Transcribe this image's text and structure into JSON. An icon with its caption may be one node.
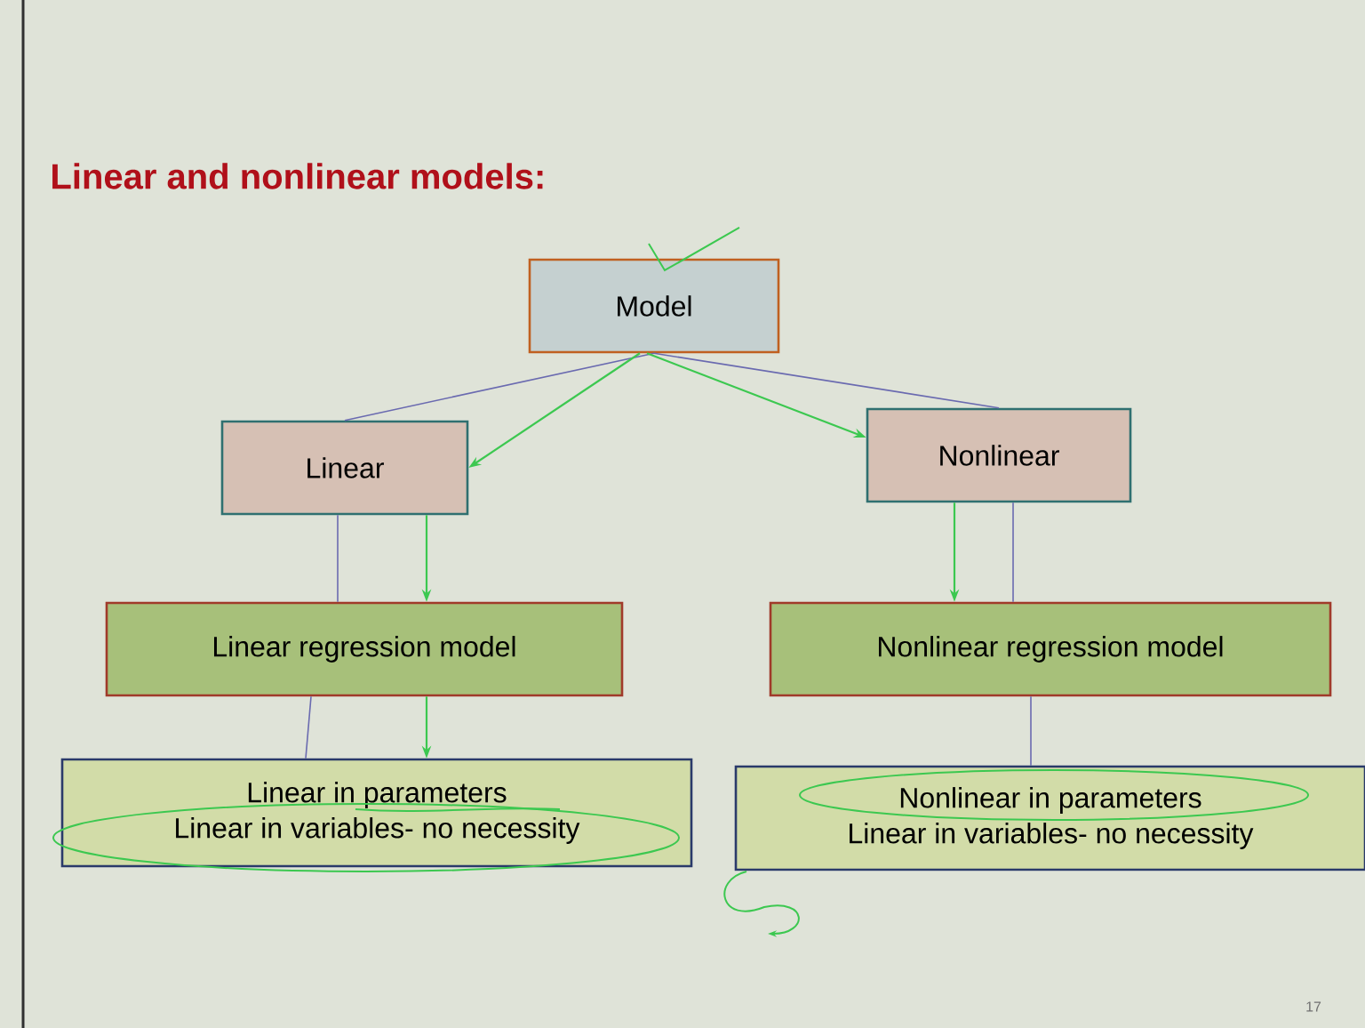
{
  "diagram": {
    "title": "Linear and nonlinear models:",
    "nodes": [
      {
        "text": [
          "Model"
        ]
      },
      {
        "text": [
          "Linear"
        ]
      },
      {
        "text": [
          "Nonlinear"
        ]
      },
      {
        "text": [
          "Linear regression model"
        ]
      },
      {
        "text": [
          "Nonlinear regression model"
        ]
      },
      {
        "text": [
          "Linear in parameters",
          "Linear in variables- no necessity"
        ]
      },
      {
        "text": [
          "Nonlinear in parameters",
          "Linear in variables- no necessity"
        ]
      }
    ],
    "edges": [
      {
        "from": 0,
        "to": 1,
        "arrow": "none"
      },
      {
        "from": 0,
        "to": 2,
        "arrow": "none"
      },
      {
        "from": 1,
        "to": 3,
        "arrow": "none"
      },
      {
        "from": 2,
        "to": 4,
        "arrow": "none"
      },
      {
        "from": 3,
        "to": 5,
        "arrow": "none"
      },
      {
        "from": 4,
        "to": 6,
        "arrow": "none"
      },
      {
        "from": 0,
        "to": 1,
        "arrow": "to",
        "color": "#3cc850"
      },
      {
        "from": 0,
        "to": 2,
        "arrow": "to",
        "color": "#3cc850"
      },
      {
        "from": 1,
        "to": 3,
        "arrow": "to",
        "color": "#3cc850"
      },
      {
        "from": 2,
        "to": 4,
        "arrow": "to",
        "color": "#3cc850"
      },
      {
        "from": 3,
        "to": 5,
        "arrow": "to",
        "color": "#3cc850"
      }
    ],
    "labels": [
      "17"
    ]
  }
}
